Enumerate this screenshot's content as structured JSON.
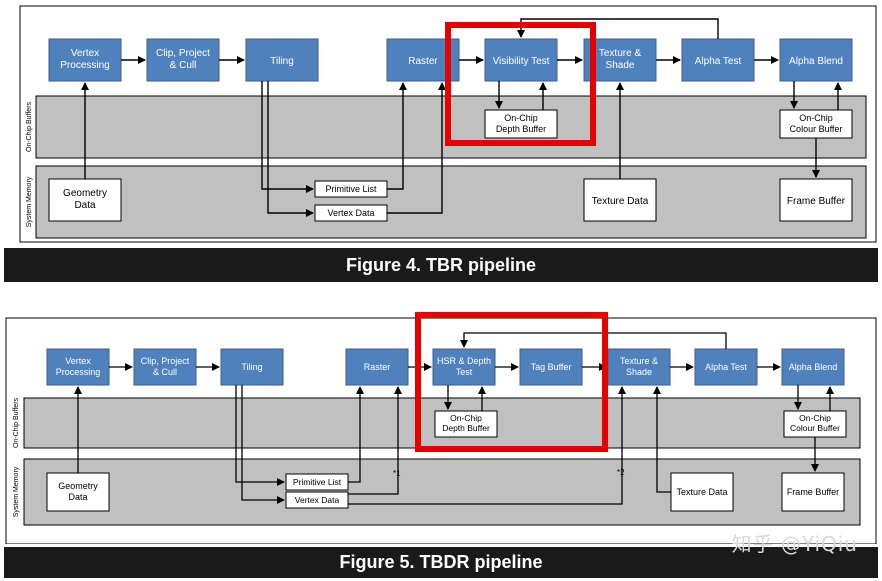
{
  "figure4": {
    "caption": "Figure 4. TBR pipeline",
    "rows": {
      "onchip": "On-Chip Buffers",
      "sysmem": "System Memory"
    },
    "stages": {
      "vertex": [
        "Vertex",
        "Processing"
      ],
      "clip": [
        "Clip, Project",
        "& Cull"
      ],
      "tiling": [
        "Tiling"
      ],
      "raster": [
        "Raster"
      ],
      "visibility": [
        "Visibility Test"
      ],
      "texshade": [
        "Texture &",
        "Shade"
      ],
      "alpha": [
        "Alpha Test"
      ],
      "blend": [
        "Alpha Blend"
      ]
    },
    "buffers": {
      "depth": [
        "On-Chip",
        "Depth Buffer"
      ],
      "colour": [
        "On-Chip",
        "Colour Buffer"
      ],
      "geometry": [
        "Geometry",
        "Data"
      ],
      "primlist": [
        "Primitive List"
      ],
      "vertexdata": [
        "Vertex Data"
      ],
      "texture": [
        "Texture Data"
      ],
      "frame": [
        "Frame Buffer"
      ]
    }
  },
  "figure5": {
    "caption": "Figure 5. TBDR pipeline",
    "rows": {
      "onchip": "On-Chip Buffers",
      "sysmem": "System Memory"
    },
    "stages": {
      "vertex": [
        "Vertex",
        "Processing"
      ],
      "clip": [
        "Clip, Project",
        "& Cull"
      ],
      "tiling": [
        "Tiling"
      ],
      "raster": [
        "Raster"
      ],
      "hsr": [
        "HSR & Depth",
        "Test"
      ],
      "tag": [
        "Tag Buffer"
      ],
      "texshade": [
        "Texture &",
        "Shade"
      ],
      "alpha": [
        "Alpha Test"
      ],
      "blend": [
        "Alpha Blend"
      ]
    },
    "buffers": {
      "depth": [
        "On-Chip",
        "Depth Buffer"
      ],
      "colour": [
        "On-Chip",
        "Colour Buffer"
      ],
      "geometry": [
        "Geometry",
        "Data"
      ],
      "primlist": [
        "Primitive List"
      ],
      "vertexdata": [
        "Vertex Data"
      ],
      "texture": [
        "Texture Data"
      ],
      "frame": [
        "Frame Buffer"
      ]
    },
    "notes": {
      "n1": "*1",
      "n2": "*2"
    }
  },
  "watermark": "知乎 @YiQiu",
  "colors": {
    "stage": "#4f81bd",
    "highlight": "#e60000",
    "band": "#c0c0c0",
    "caption": "#1a1a1a"
  }
}
